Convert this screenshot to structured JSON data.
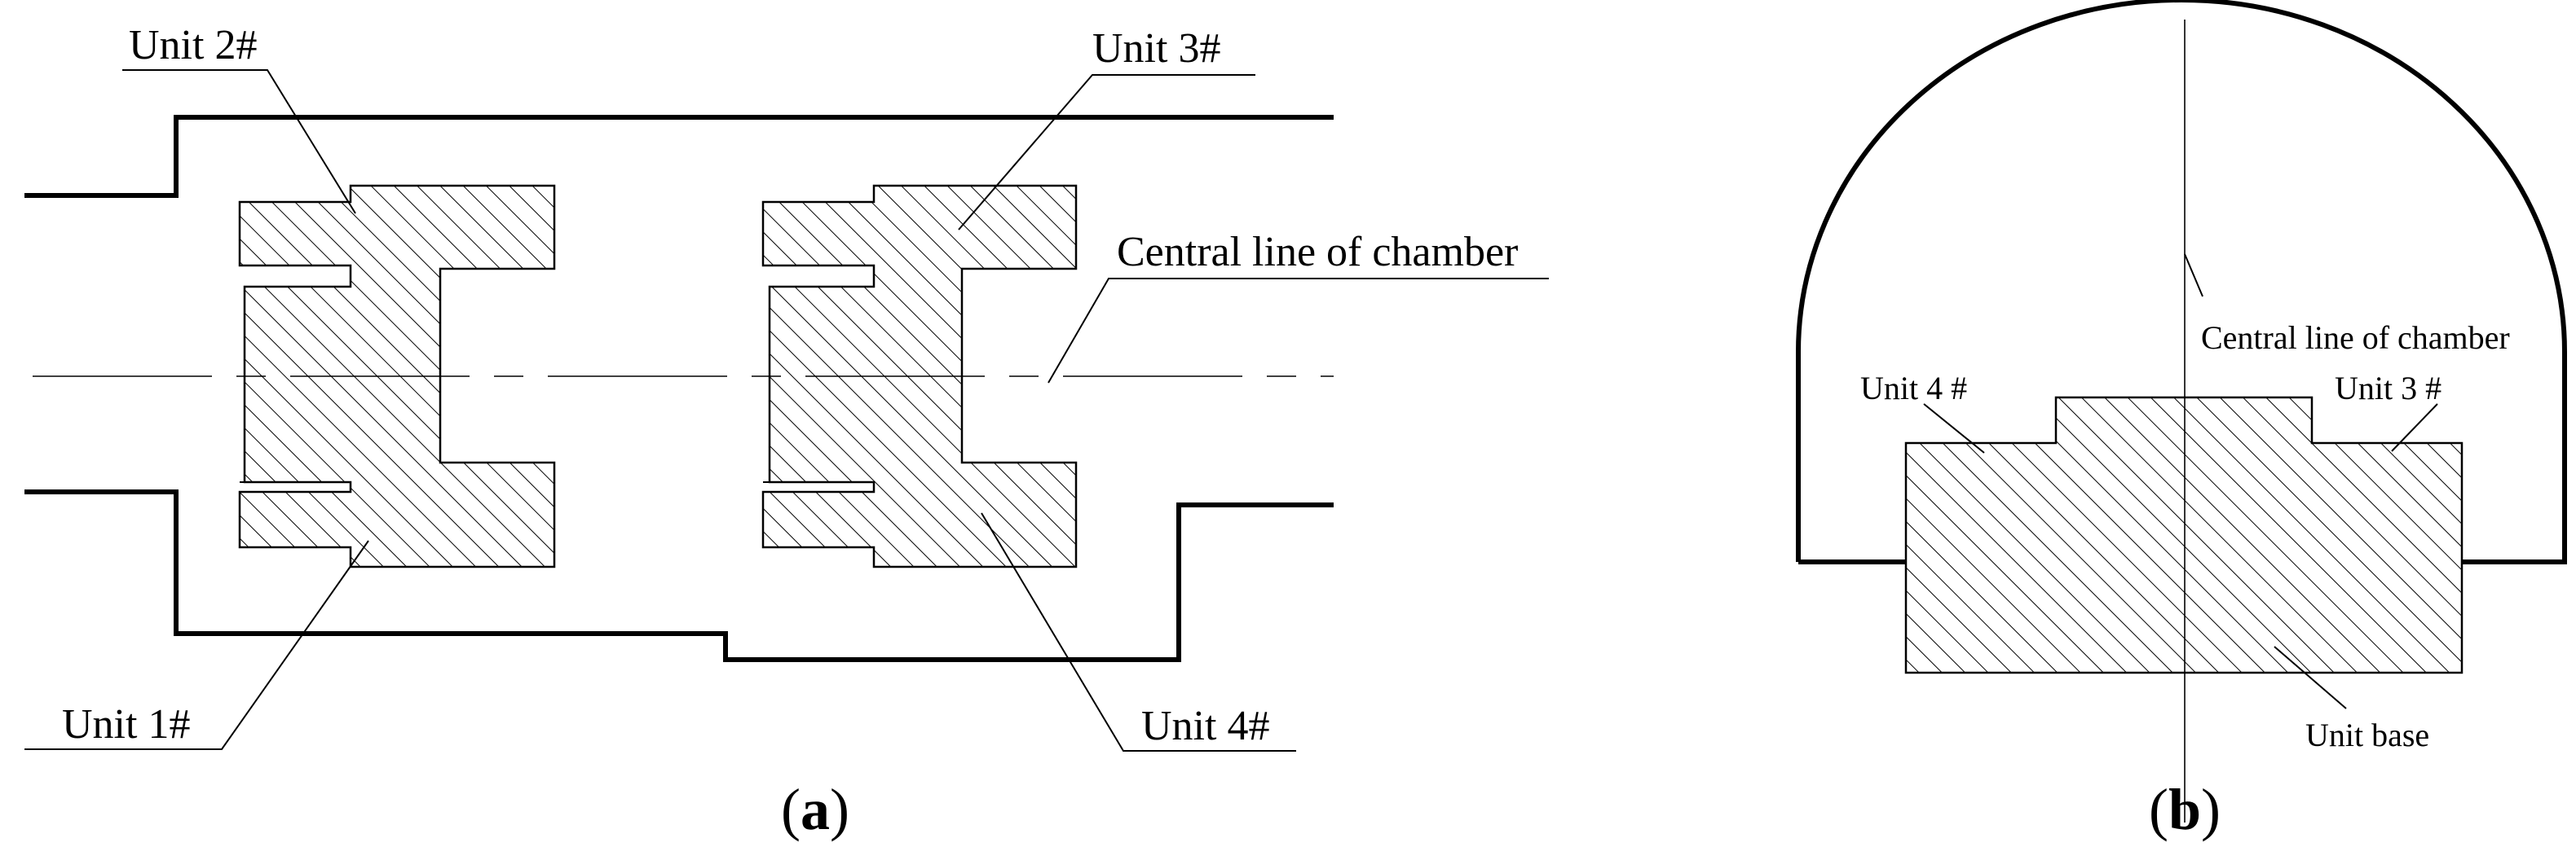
{
  "panel_a": {
    "labels": {
      "unit2": "Unit 2#",
      "unit3": "Unit 3#",
      "unit1": "Unit 1#",
      "unit4": "Unit 4#",
      "central_line": "Central line of chamber"
    },
    "caption": {
      "open": "(",
      "letter": "a",
      "close": ")"
    }
  },
  "panel_b": {
    "labels": {
      "central_line": "Central line of chamber",
      "unit4": "Unit 4 #",
      "unit3": "Unit 3 #",
      "unit_base": "Unit base"
    },
    "caption": {
      "open": "(",
      "letter": "b",
      "close": ")"
    }
  }
}
